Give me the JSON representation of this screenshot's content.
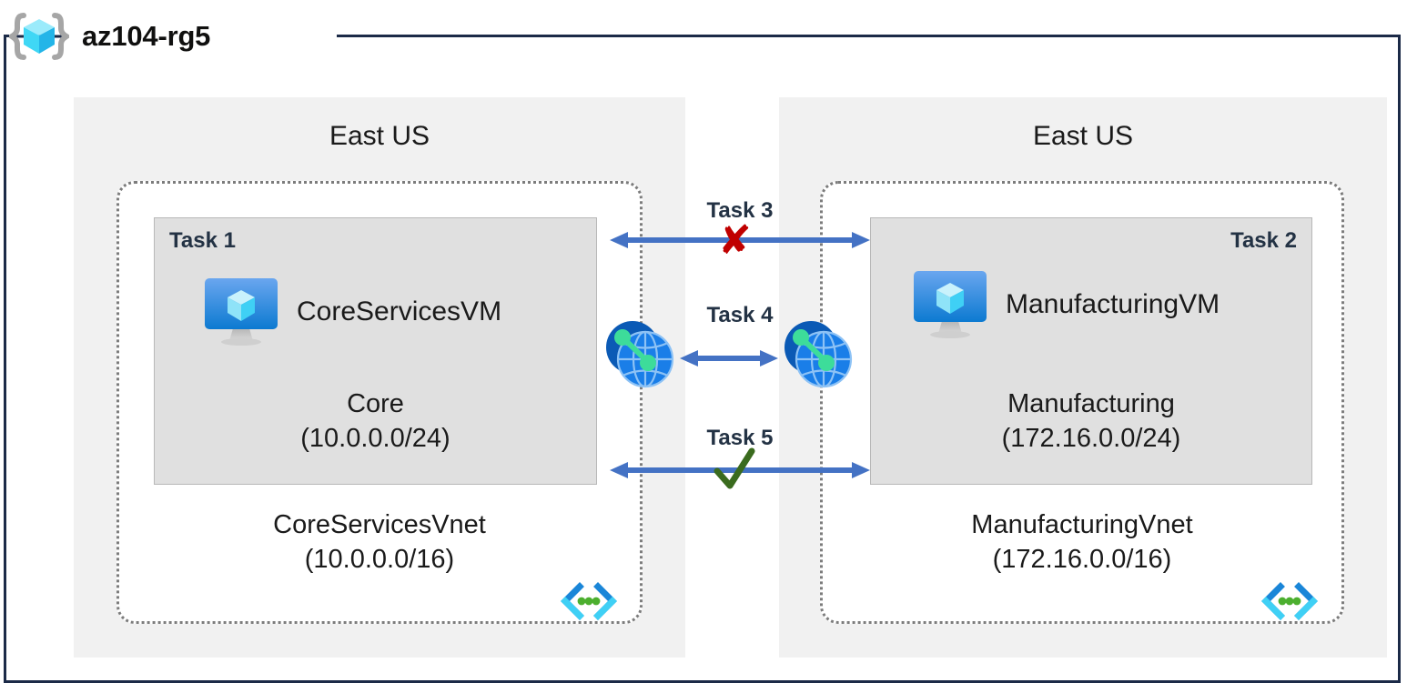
{
  "resource_group": {
    "name": "az104-rg5",
    "icon": "resource-group-cube-icon"
  },
  "regions": [
    {
      "id": "left",
      "label": "East US"
    },
    {
      "id": "right",
      "label": "East US"
    }
  ],
  "vnets": [
    {
      "id": "core",
      "name": "CoreServicesVnet",
      "cidr": "(10.0.0.0/16)",
      "icon": "vnet-brackets-icon",
      "subnet": {
        "task_tag": "Task 1",
        "task_tag_align": "left",
        "vm_name": "CoreServicesVM",
        "vm_icon": "virtual-machine-icon",
        "name": "Core",
        "cidr": "(10.0.0.0/24)"
      }
    },
    {
      "id": "manufacturing",
      "name": "ManufacturingVnet",
      "cidr": "(172.16.0.0/16)",
      "icon": "vnet-brackets-icon",
      "subnet": {
        "task_tag": "Task 2",
        "task_tag_align": "right",
        "vm_name": "ManufacturingVM",
        "vm_icon": "virtual-machine-icon",
        "name": "Manufacturing",
        "cidr": "(172.16.0.0/24)"
      }
    }
  ],
  "connections": [
    {
      "id": "task3",
      "label": "Task 3",
      "status_mark": "✘",
      "status": "blocked",
      "arrow": "double-headed"
    },
    {
      "id": "task4",
      "label": "Task 4",
      "status_mark": "",
      "status": "peering",
      "arrow": "double-headed"
    },
    {
      "id": "task5",
      "label": "Task 5",
      "status_mark": "✓",
      "status": "allowed",
      "arrow": "double-headed"
    }
  ],
  "peering_icons": [
    {
      "id": "peer-left",
      "name": "vnet-peering-icon"
    },
    {
      "id": "peer-right",
      "name": "vnet-peering-icon"
    }
  ],
  "colors": {
    "frame_border": "#1b2a47",
    "region_bg": "#f1f1f1",
    "subnet_bg": "#e0e0e0",
    "vnet_border": "#7c7c7c",
    "arrow": "#4472c4",
    "blocked": "#c00000",
    "allowed": "#3a6b1e",
    "task_text": "#233244"
  }
}
